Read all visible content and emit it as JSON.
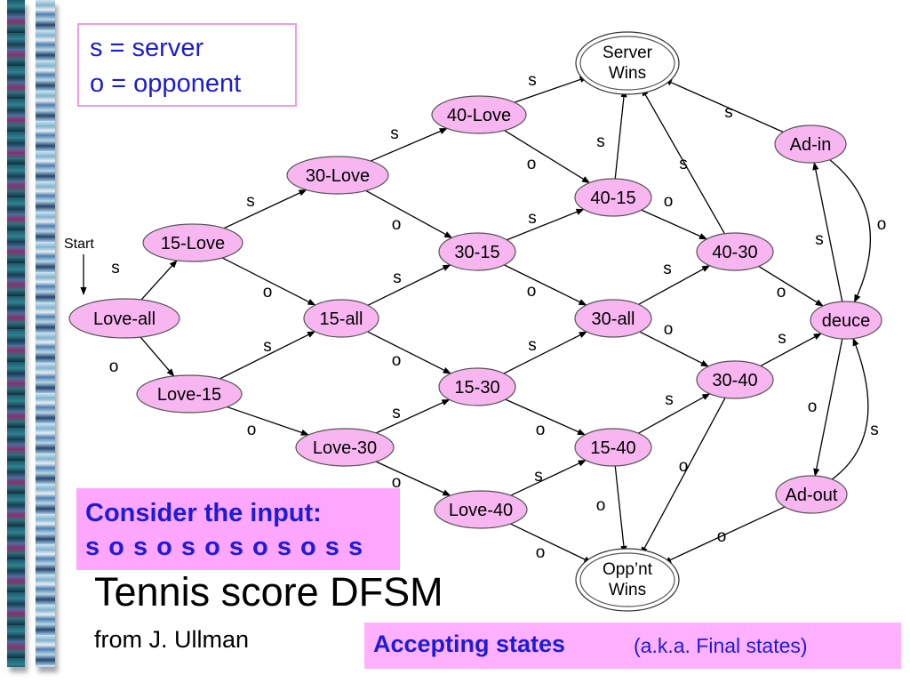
{
  "legend": {
    "line1": "s = server",
    "line2": "o = opponent"
  },
  "diagram": {
    "start_label": "Start",
    "states": [
      {
        "id": "love-all",
        "label": "Love-all"
      },
      {
        "id": "15-love",
        "label": "15-Love"
      },
      {
        "id": "love-15",
        "label": "Love-15"
      },
      {
        "id": "30-love",
        "label": "30-Love"
      },
      {
        "id": "15-all",
        "label": "15-all"
      },
      {
        "id": "love-30",
        "label": "Love-30"
      },
      {
        "id": "40-love",
        "label": "40-Love"
      },
      {
        "id": "30-15",
        "label": "30-15"
      },
      {
        "id": "15-30",
        "label": "15-30"
      },
      {
        "id": "love-40",
        "label": "Love-40"
      },
      {
        "id": "40-15",
        "label": "40-15"
      },
      {
        "id": "30-all",
        "label": "30-all"
      },
      {
        "id": "15-40",
        "label": "15-40"
      },
      {
        "id": "40-30",
        "label": "40-30"
      },
      {
        "id": "30-40",
        "label": "30-40"
      },
      {
        "id": "deuce",
        "label": "deuce"
      },
      {
        "id": "ad-in",
        "label": "Ad-in"
      },
      {
        "id": "ad-out",
        "label": "Ad-out"
      },
      {
        "id": "server-wins",
        "label": "Server Wins",
        "accepting": true
      },
      {
        "id": "oppnt-wins",
        "label": "Opp’nt Wins",
        "accepting": true
      }
    ],
    "transitions": [
      {
        "from": "love-all",
        "to": "15-love",
        "symbol": "s"
      },
      {
        "from": "love-all",
        "to": "love-15",
        "symbol": "o"
      },
      {
        "from": "15-love",
        "to": "30-love",
        "symbol": "s"
      },
      {
        "from": "15-love",
        "to": "15-all",
        "symbol": "o"
      },
      {
        "from": "love-15",
        "to": "15-all",
        "symbol": "s"
      },
      {
        "from": "love-15",
        "to": "love-30",
        "symbol": "o"
      },
      {
        "from": "30-love",
        "to": "40-love",
        "symbol": "s"
      },
      {
        "from": "30-love",
        "to": "30-15",
        "symbol": "o"
      },
      {
        "from": "15-all",
        "to": "30-15",
        "symbol": "s"
      },
      {
        "from": "15-all",
        "to": "15-30",
        "symbol": "o"
      },
      {
        "from": "love-30",
        "to": "15-30",
        "symbol": "s"
      },
      {
        "from": "love-30",
        "to": "love-40",
        "symbol": "o"
      },
      {
        "from": "40-love",
        "to": "server-wins",
        "symbol": "s"
      },
      {
        "from": "40-love",
        "to": "40-15",
        "symbol": "o"
      },
      {
        "from": "30-15",
        "to": "40-15",
        "symbol": "s"
      },
      {
        "from": "30-15",
        "to": "30-all",
        "symbol": "o"
      },
      {
        "from": "15-30",
        "to": "30-all",
        "symbol": "s"
      },
      {
        "from": "15-30",
        "to": "15-40",
        "symbol": "o"
      },
      {
        "from": "love-40",
        "to": "15-40",
        "symbol": "s"
      },
      {
        "from": "love-40",
        "to": "oppnt-wins",
        "symbol": "o"
      },
      {
        "from": "40-15",
        "to": "server-wins",
        "symbol": "s"
      },
      {
        "from": "40-15",
        "to": "40-30",
        "symbol": "o"
      },
      {
        "from": "30-all",
        "to": "40-30",
        "symbol": "s"
      },
      {
        "from": "30-all",
        "to": "30-40",
        "symbol": "o"
      },
      {
        "from": "15-40",
        "to": "30-40",
        "symbol": "s"
      },
      {
        "from": "15-40",
        "to": "oppnt-wins",
        "symbol": "o"
      },
      {
        "from": "40-30",
        "to": "server-wins",
        "symbol": "s"
      },
      {
        "from": "40-30",
        "to": "deuce",
        "symbol": "o"
      },
      {
        "from": "30-40",
        "to": "deuce",
        "symbol": "s"
      },
      {
        "from": "30-40",
        "to": "oppnt-wins",
        "symbol": "o"
      },
      {
        "from": "deuce",
        "to": "ad-in",
        "symbol": "s"
      },
      {
        "from": "deuce",
        "to": "ad-out",
        "symbol": "o"
      },
      {
        "from": "ad-in",
        "to": "server-wins",
        "symbol": "s"
      },
      {
        "from": "ad-in",
        "to": "deuce",
        "symbol": "o"
      },
      {
        "from": "ad-out",
        "to": "deuce",
        "symbol": "s"
      },
      {
        "from": "ad-out",
        "to": "oppnt-wins",
        "symbol": "o"
      }
    ]
  },
  "input_box": {
    "line1": "Consider the input:",
    "line2": "s o s o s o s o s o s s"
  },
  "title": "Tennis score DFSM",
  "subtitle": "from J. Ullman",
  "accepting_note": {
    "bold": "Accepting states",
    "normal": "(a.k.a. Final states)"
  },
  "colors": {
    "node_fill": "#f7b6f0",
    "accent_blue": "#1c1cd6",
    "box_pink": "#ffa6ff"
  }
}
